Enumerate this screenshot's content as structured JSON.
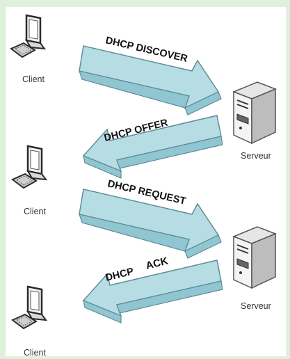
{
  "diagram": {
    "clients": [
      {
        "label": "Client"
      },
      {
        "label": "Client"
      },
      {
        "label": "Client"
      }
    ],
    "servers": [
      {
        "label": "Serveur"
      },
      {
        "label": "Serveur"
      }
    ],
    "messages": [
      {
        "label": "DHCP DISCOVER",
        "direction": "client-to-server"
      },
      {
        "label": "DHCP OFFER",
        "direction": "server-to-client"
      },
      {
        "label": "DHCP REQUEST",
        "direction": "client-to-server"
      },
      {
        "label_prefix": "DHCP",
        "label_suffix": "ACK",
        "direction": "server-to-client"
      }
    ],
    "colors": {
      "arrow_top": "#b7dde4",
      "arrow_side": "#8fc6d1",
      "arrow_stroke": "#5e8c96",
      "background": "#dff1dc"
    }
  }
}
